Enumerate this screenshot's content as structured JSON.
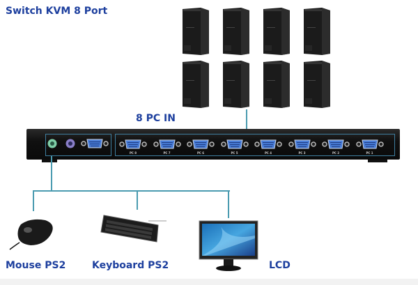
{
  "title": "Switch KVM 8 Port",
  "pc_in_label": "8 PC IN",
  "devices": {
    "mouse": "Mouse PS2",
    "keyboard": "Keyboard PS2",
    "lcd": "LCD"
  },
  "pc_ports": [
    {
      "label": "PC 8"
    },
    {
      "label": "PC 7"
    },
    {
      "label": "PC 6"
    },
    {
      "label": "PC 5"
    },
    {
      "label": "PC 4"
    },
    {
      "label": "PC 3"
    },
    {
      "label": "PC 2"
    },
    {
      "label": "PC 1"
    }
  ],
  "console_ports": [
    {
      "icon": "ps2-mouse-port-icon"
    },
    {
      "icon": "ps2-keyboard-port-icon"
    },
    {
      "icon": "vga-monitor-port-icon"
    }
  ],
  "computers_count": 8,
  "colors": {
    "label_text": "#1d3f9e",
    "connector_line": "#4a9bb0",
    "panel_outline": "#3f7fa0",
    "vga_port": "#4a7ed8",
    "mouse_port": "#7fcfa8",
    "keyboard_port": "#8a7fc8"
  }
}
